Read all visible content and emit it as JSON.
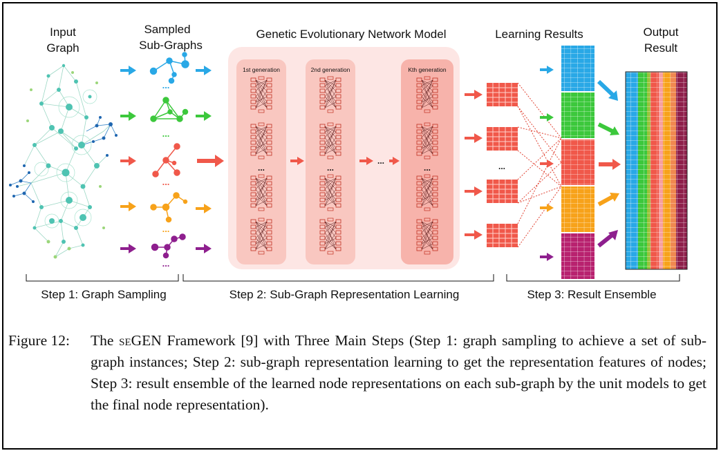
{
  "headers": {
    "input_graph": [
      "Input",
      "Graph"
    ],
    "sampled_subgraphs": [
      "Sampled",
      "Sub-Graphs"
    ],
    "model": "Genetic Evolutionary Network Model",
    "learning_results": "Learning Results",
    "output_result": [
      "Output",
      "Result"
    ]
  },
  "generations": [
    "1st generation",
    "2nd generation",
    "Kth generation"
  ],
  "ellipsis": "...",
  "steps": [
    "Step 1: Graph Sampling",
    "Step 2: Sub-Graph Representation Learning",
    "Step 3: Result Ensemble"
  ],
  "colors": {
    "blue": "#29a8e6",
    "green": "#3cc83c",
    "red": "#f0584a",
    "orange": "#f7a21a",
    "purple": "#8e1f8e",
    "panel": "#fde6e4",
    "generation_panel": "#f7b3ab"
  },
  "caption": {
    "figure": "Figure 12:",
    "text_before_name": "The ",
    "name": "seGEN",
    "text_after_name": " Framework [9] with Three Main Steps (Step 1: graph sampling to achieve a set of sub-graph instances; Step 2: sub-graph representation learning to get the representation features of nodes; Step 3: result ensemble of the learned node representations on each sub-graph by the unit models to get the final node representation)."
  }
}
